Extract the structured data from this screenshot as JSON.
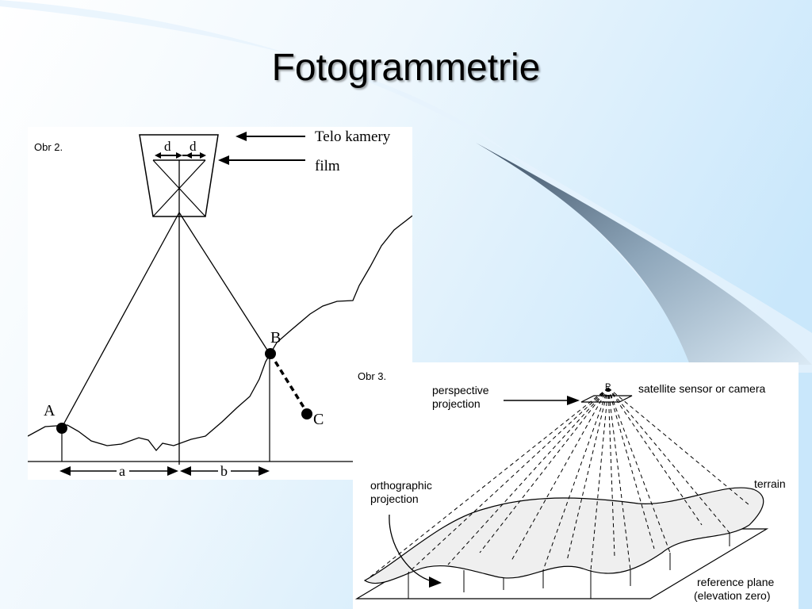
{
  "slide": {
    "title": "Fotogrammetrie"
  },
  "figure2": {
    "caption": "Obr 2.",
    "camera_body_label": "Telo kamery",
    "film_label": "film",
    "d_label_left": "d",
    "d_label_right": "d",
    "point_a": "A",
    "point_b": "B",
    "point_c": "C",
    "distance_a": "a",
    "distance_b": "b"
  },
  "figure3": {
    "caption": "Obr 3.",
    "perspective_label_1": "perspective",
    "perspective_label_2": "projection",
    "sensor_label": "satellite sensor or camera",
    "point_p": "P",
    "orthographic_label_1": "orthographic",
    "orthographic_label_2": "projection",
    "terrain_label": "terrain",
    "reference_label_1": "reference plane",
    "reference_label_2": "(elevation zero)"
  },
  "colors": {
    "background_light": "#ffffff",
    "background_blue": "#cde9fb",
    "swoosh": "#8aa3b8"
  }
}
